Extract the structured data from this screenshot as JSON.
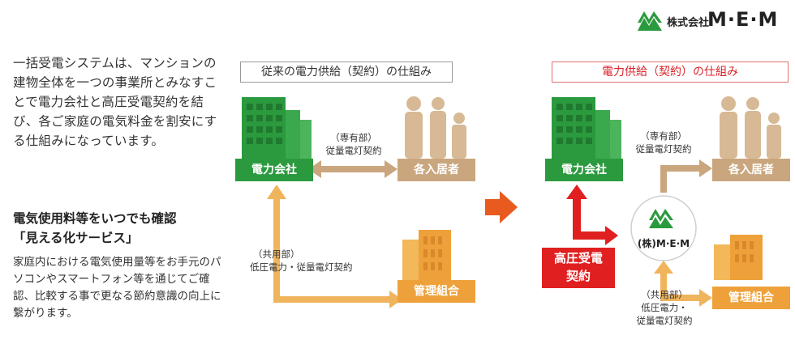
{
  "logo": {
    "company_prefix": "株式会社",
    "brand": "M·E·M"
  },
  "intro": {
    "paragraph": "一括受電システムは、マンションの建物全体を一つの事業所とみなすことで電力会社と高圧受電契約を結び、各ご家庭の電気料金を割安にする仕組みになっています。",
    "subheading_1": "電気使用料等をいつでも確認",
    "subheading_2": "「見える化サービス」",
    "body": "家庭内における電気使用量等をお手元のパソコンやスマートフォン等を通じてご確認、比較する事で更なる節約意識の向上に繋がります。"
  },
  "old_system": {
    "title": "従来の電力供給（契約）の仕組み",
    "power_company": "電力会社",
    "residents": "各入居者",
    "association": "管理組合",
    "private_contract_1": "（専有部）",
    "private_contract_2": "従量電灯契約",
    "common_contract_1": "（共用部）",
    "common_contract_2": "低圧電力・従量電灯契約"
  },
  "new_system": {
    "title": "電力供給（契約）の仕組み",
    "power_company": "電力会社",
    "residents": "各入居者",
    "association": "管理組合",
    "mem_label": "(株)M·E·M",
    "high_voltage_1": "高圧受電",
    "high_voltage_2": "契約",
    "private_contract_1": "（専有部）",
    "private_contract_2": "従量電灯契約",
    "common_contract_1": "（共用部）",
    "common_contract_2": "低圧電力・",
    "common_contract_3": "従量電灯契約"
  },
  "colors": {
    "green": "#2b9a3e",
    "tan": "#c9a67e",
    "orange": "#eea13a",
    "red": "#e02020",
    "arrow_orange": "#e85a1e"
  }
}
